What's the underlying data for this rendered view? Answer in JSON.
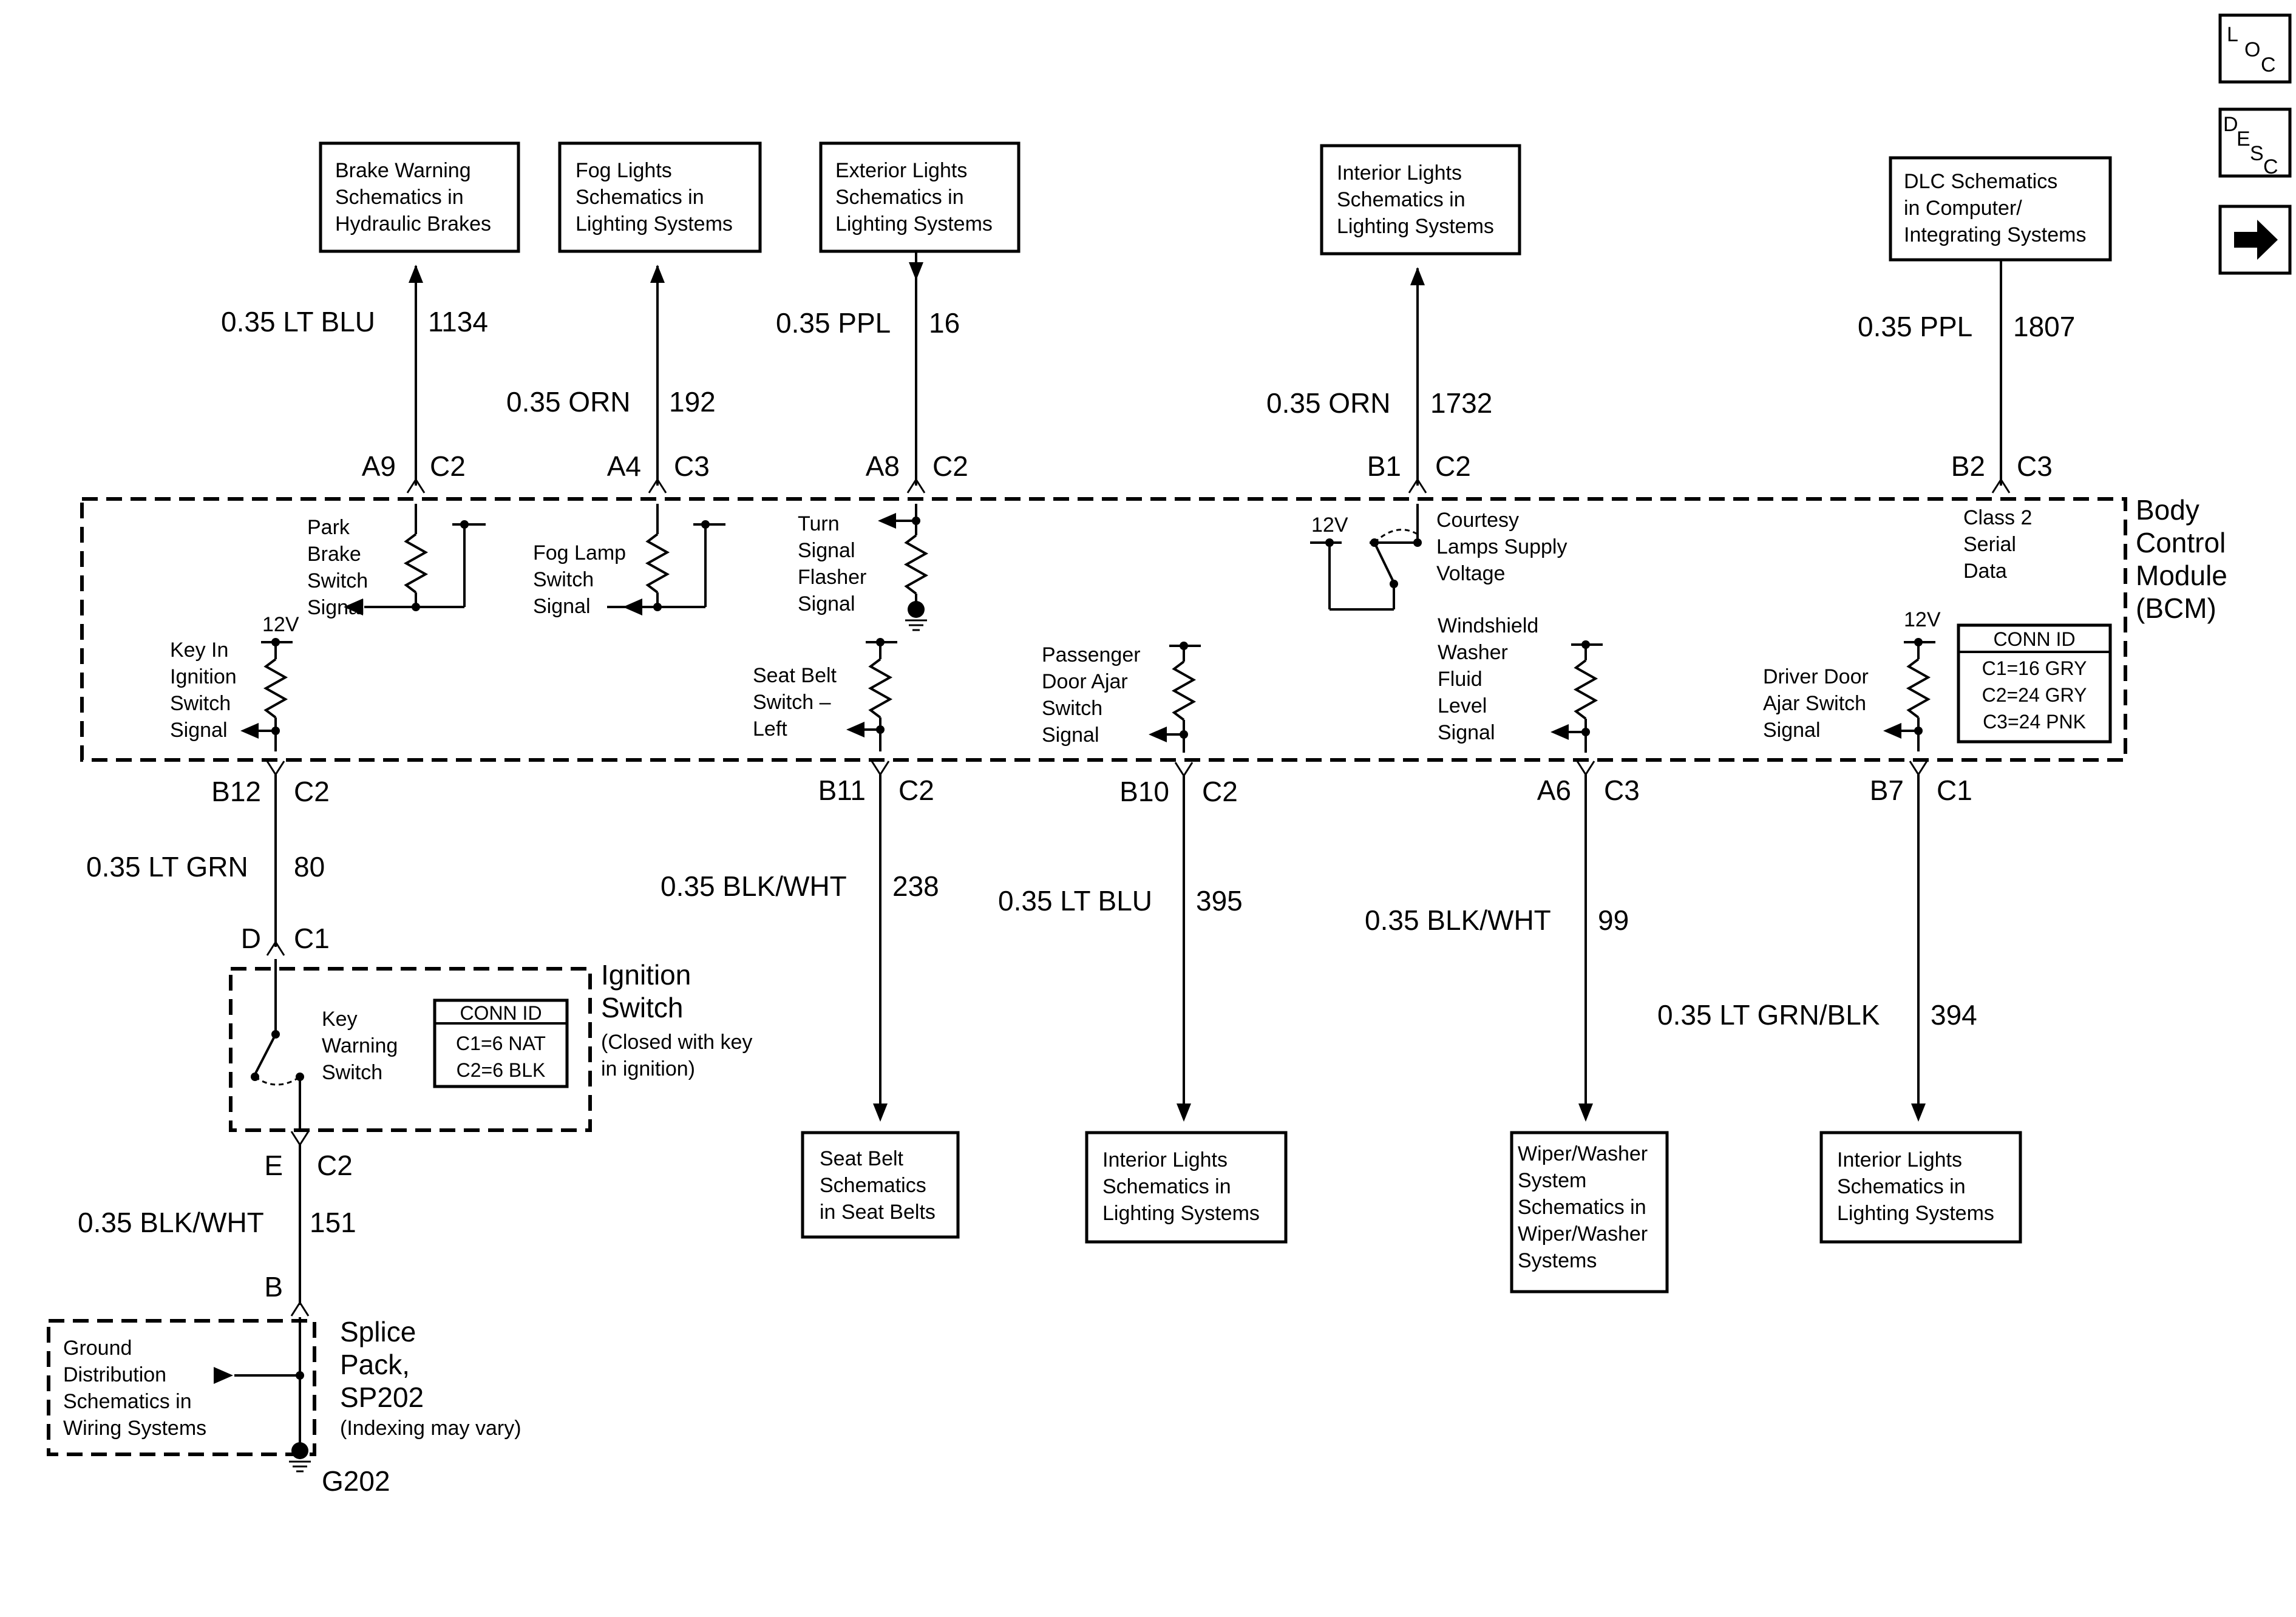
{
  "nav": {
    "loc": [
      "L",
      "O",
      "C"
    ],
    "desc": [
      "D",
      "E",
      "S",
      "C"
    ],
    "next_arrow": "➡"
  },
  "top_boxes": [
    [
      "Brake Warning",
      "Schematics in",
      "Hydraulic Brakes"
    ],
    [
      "Fog Lights",
      "Schematics in",
      "Lighting Systems"
    ],
    [
      "Exterior Lights",
      "Schematics in",
      "Lighting Systems"
    ],
    [
      "Interior Lights",
      "Schematics in",
      "Lighting Systems"
    ],
    [
      "DLC Schematics",
      "in Computer/",
      "Integrating Systems"
    ]
  ],
  "top_wires": [
    {
      "color": "0.35 LT BLU",
      "circuit": "1134",
      "pin": "A9",
      "conn": "C2"
    },
    {
      "color": "0.35 ORN",
      "circuit": "192",
      "pin": "A4",
      "conn": "C3"
    },
    {
      "color": "0.35 PPL",
      "circuit": "16",
      "pin": "A8",
      "conn": "C2"
    },
    {
      "color": "0.35 ORN",
      "circuit": "1732",
      "pin": "B1",
      "conn": "C2"
    },
    {
      "color": "0.35 PPL",
      "circuit": "1807",
      "pin": "B2",
      "conn": "C3"
    }
  ],
  "bcm": {
    "name": [
      "Body",
      "Control",
      "Module",
      "(BCM)"
    ],
    "conn_id_title": "CONN ID",
    "conn_ids": [
      "C1=16 GRY",
      "C2=24 GRY",
      "C3=24 PNK"
    ],
    "volt": "12V",
    "signals": {
      "park_brake": [
        "Park",
        "Brake",
        "Switch",
        "Signal"
      ],
      "fog_lamp": [
        "Fog Lamp",
        "Switch",
        "Signal"
      ],
      "turn": [
        "Turn",
        "Signal",
        "Flasher",
        "Signal"
      ],
      "courtesy": [
        "Courtesy",
        "Lamps Supply",
        "Voltage"
      ],
      "class2": [
        "Class 2",
        "Serial",
        "Data"
      ],
      "key_in": [
        "Key In",
        "Ignition",
        "Switch",
        "Signal"
      ],
      "seat_belt": [
        "Seat Belt",
        "Switch –",
        "Left"
      ],
      "passenger_door": [
        "Passenger",
        "Door Ajar",
        "Switch",
        "Signal"
      ],
      "washer": [
        "Windshield",
        "Washer",
        "Fluid",
        "Level",
        "Signal"
      ],
      "driver_door": [
        "Driver Door",
        "Ajar Switch",
        "Signal"
      ]
    }
  },
  "bottom_wires": [
    {
      "color": "0.35 LT GRN",
      "circuit": "80",
      "pin": "B12",
      "conn": "C2"
    },
    {
      "color": "0.35 BLK/WHT",
      "circuit": "238",
      "pin": "B11",
      "conn": "C2"
    },
    {
      "color": "0.35 LT BLU",
      "circuit": "395",
      "pin": "B10",
      "conn": "C2"
    },
    {
      "color": "0.35 BLK/WHT",
      "circuit": "99",
      "pin": "A6",
      "conn": "C3"
    },
    {
      "color": "0.35 LT GRN/BLK",
      "circuit": "394",
      "pin": "B7",
      "conn": "C1"
    }
  ],
  "bottom_boxes": [
    [
      "Seat Belt",
      "Schematics",
      "in Seat Belts"
    ],
    [
      "Interior Lights",
      "Schematics in",
      "Lighting Systems"
    ],
    [
      "Wiper/Washer",
      "System",
      "Schematics in",
      "Wiper/Washer",
      "Systems"
    ],
    [
      "Interior Lights",
      "Schematics in",
      "Lighting Systems"
    ]
  ],
  "ignition": {
    "top_pin": "D",
    "top_conn": "C1",
    "title": [
      "Ignition",
      "Switch"
    ],
    "note": [
      "(Closed with key",
      "in ignition)"
    ],
    "switch_label": [
      "Key",
      "Warning",
      "Switch"
    ],
    "conn_id_title": "CONN ID",
    "conn_ids": [
      "C1=6 NAT",
      "C2=6 BLK"
    ],
    "bottom_pin": "E",
    "bottom_conn": "C2"
  },
  "ground_wire": {
    "color": "0.35 BLK/WHT",
    "circuit": "151",
    "pin": "B"
  },
  "splice": {
    "title": [
      "Splice",
      "Pack,",
      "SP202"
    ],
    "note": "(Indexing may vary)",
    "ground_box": [
      "Ground",
      "Distribution",
      "Schematics in",
      "Wiring Systems"
    ],
    "ground": "G202"
  }
}
